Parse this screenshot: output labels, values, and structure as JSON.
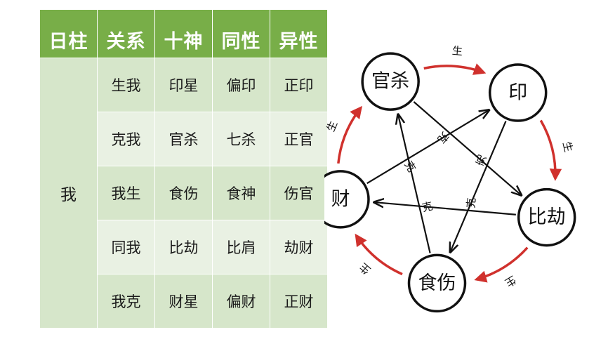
{
  "table": {
    "headers": [
      "日柱",
      "关系",
      "十神",
      "同性",
      "异性"
    ],
    "self_label": "我",
    "rows": [
      [
        "生我",
        "印星",
        "偏印",
        "正印"
      ],
      [
        "克我",
        "官杀",
        "七杀",
        "正官"
      ],
      [
        "我生",
        "食伤",
        "食神",
        "伤官"
      ],
      [
        "同我",
        "比劫",
        "比肩",
        "劫财"
      ],
      [
        "我克",
        "财星",
        "偏财",
        "正财"
      ]
    ]
  },
  "diagram": {
    "nodes": [
      "官杀",
      "印",
      "比劫",
      "食伤",
      "财"
    ],
    "generate_label": "生",
    "control_label": "克",
    "colors": {
      "generate_arrow": "#d0312d",
      "control_arrow": "#111111",
      "header_bg": "#78ae48",
      "row_bg_a": "#d6e6ca",
      "row_bg_b": "#e9f1e3"
    }
  }
}
